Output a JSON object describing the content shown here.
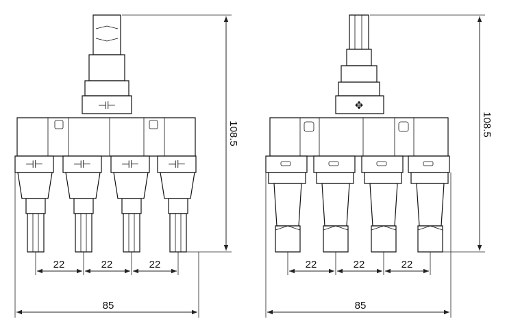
{
  "views": {
    "left": {
      "height_label": "108.5",
      "pitch_labels": [
        "22",
        "22",
        "22"
      ],
      "width_label": "85"
    },
    "right": {
      "height_label": "108.5",
      "pitch_labels": [
        "22",
        "22",
        "22"
      ],
      "width_label": "85"
    }
  }
}
